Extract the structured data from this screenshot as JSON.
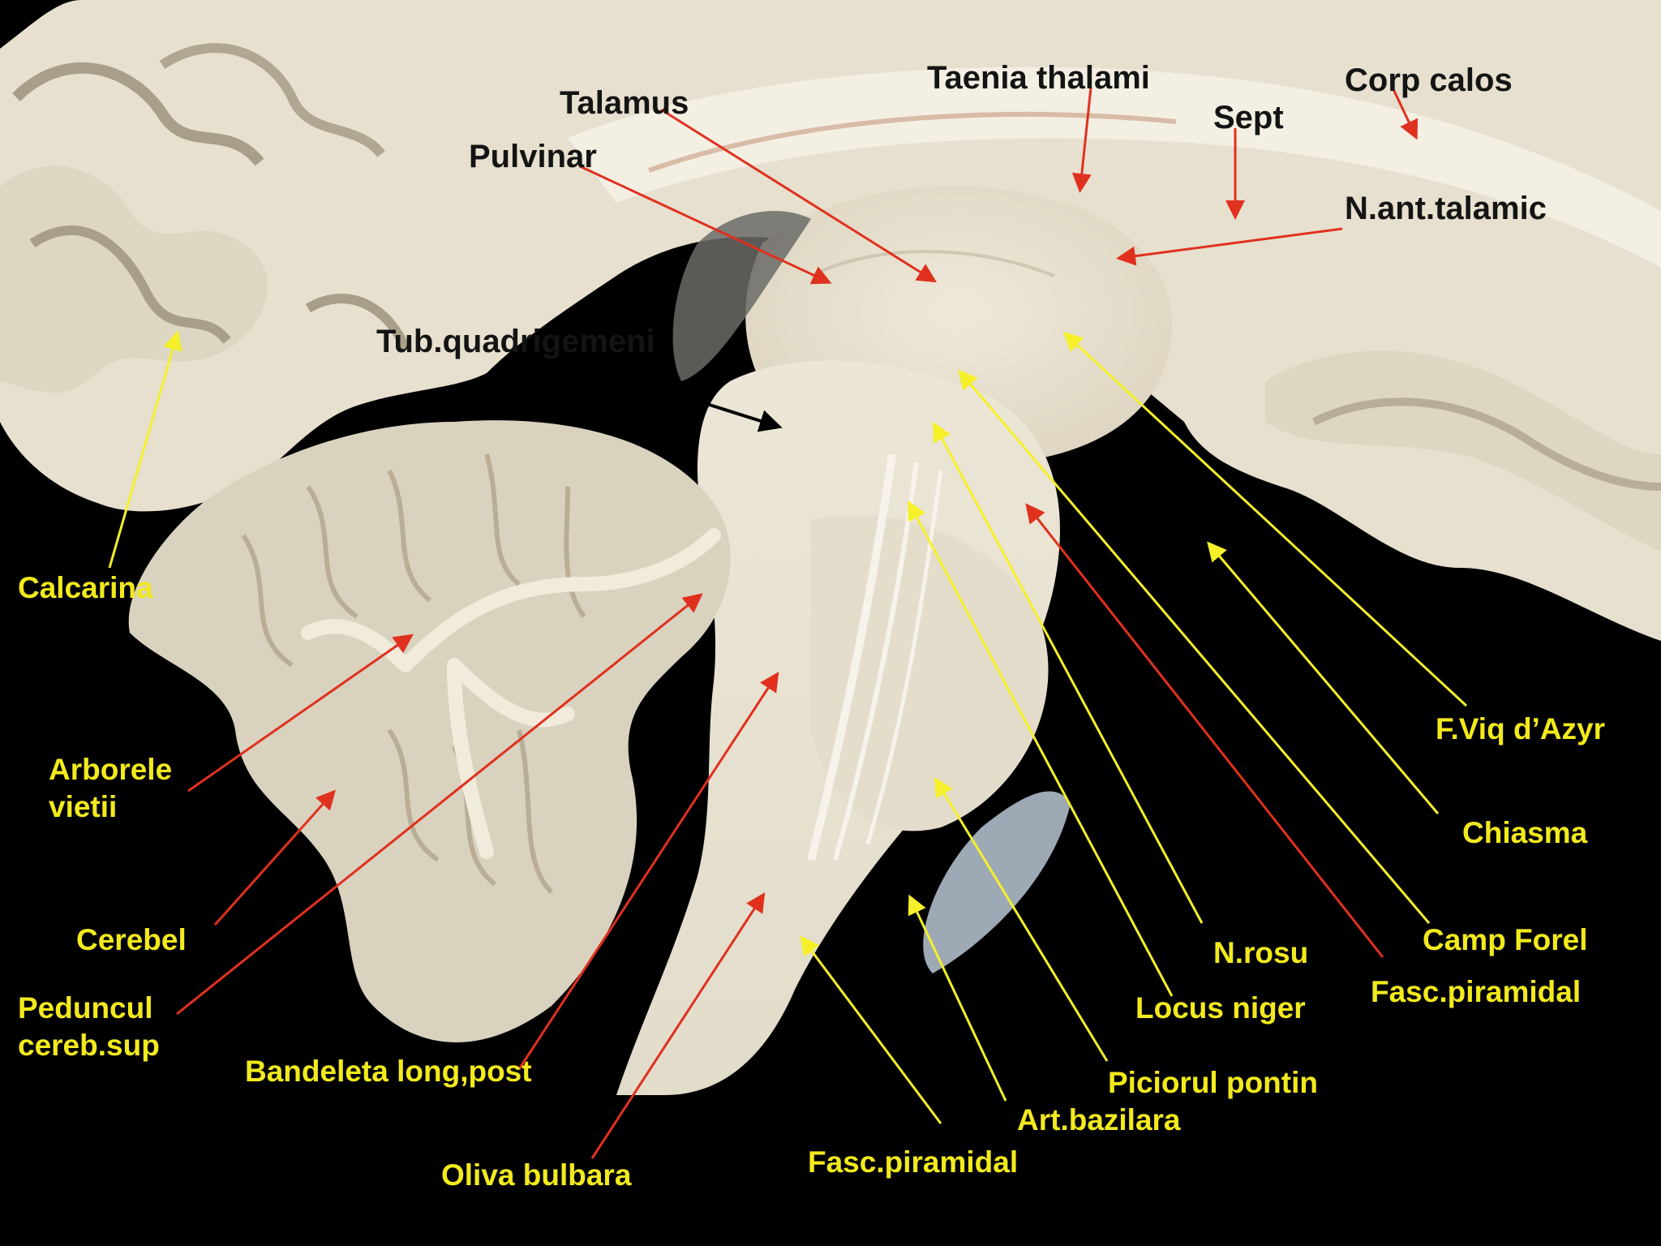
{
  "colors": {
    "background": "#000000",
    "tissue_light": "#ece6d6",
    "tissue_mid": "#dcd5c2",
    "label_dark": "#141414",
    "label_yellow": "#f2ea1c",
    "arrow_red": "#e0301e",
    "arrow_yellow": "#f5f02a",
    "arrow_black": "#000000"
  },
  "labels": {
    "talamus": "Talamus",
    "pulvinar": "Pulvinar",
    "taenia_thalami": "Taenia thalami",
    "sept": "Sept",
    "corp_calos": "Corp calos",
    "n_ant_talamic": "N.ant.talamic",
    "tub_quadrigemeni": "Tub.quadrigemeni",
    "calcarina": "Calcarina",
    "arborele_line1": "Arborele",
    "arborele_line2": "vietii",
    "cerebel": "Cerebel",
    "peduncul_line1": "Peduncul",
    "peduncul_line2": "cereb.sup",
    "bandeleta": "Bandeleta long,post",
    "oliva": "Oliva bulbara",
    "fasc_piramidal_bottom": "Fasc.piramidal",
    "art_bazilara": "Art.bazilara",
    "piciorul_pontin": "Piciorul pontin",
    "locus_niger": "Locus niger",
    "n_rosu": "N.rosu",
    "fasc_piramidal_right": "Fasc.piramidal",
    "camp_forel": "Camp Forel",
    "chiasma": "Chiasma",
    "f_viq": "F.Viq d’Azyr"
  }
}
